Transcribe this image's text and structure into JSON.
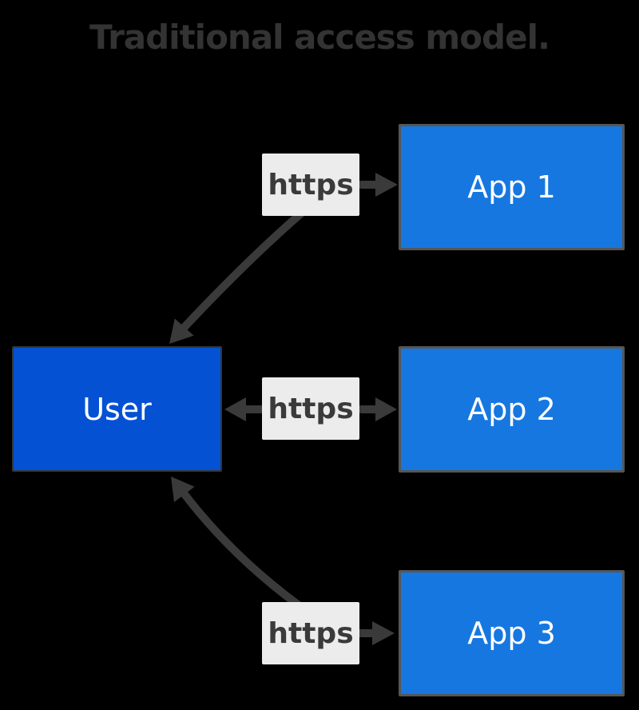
{
  "title": "Traditional access model.",
  "nodes": {
    "user": {
      "label": "User"
    },
    "apps": [
      {
        "label": "App 1"
      },
      {
        "label": "App 2"
      },
      {
        "label": "App 3"
      }
    ]
  },
  "connections": [
    {
      "protocol": "https"
    },
    {
      "protocol": "https"
    },
    {
      "protocol": "https"
    }
  ],
  "colors": {
    "background": "#000000",
    "title_text": "#333333",
    "user_box": "#0451d4",
    "app_box": "#1777e0",
    "app_box_border": "#565656",
    "box_text": "#ffffff",
    "https_label_bg": "#ececec",
    "https_label_text": "#3a3a3a",
    "arrow": "#3a3a3a"
  }
}
